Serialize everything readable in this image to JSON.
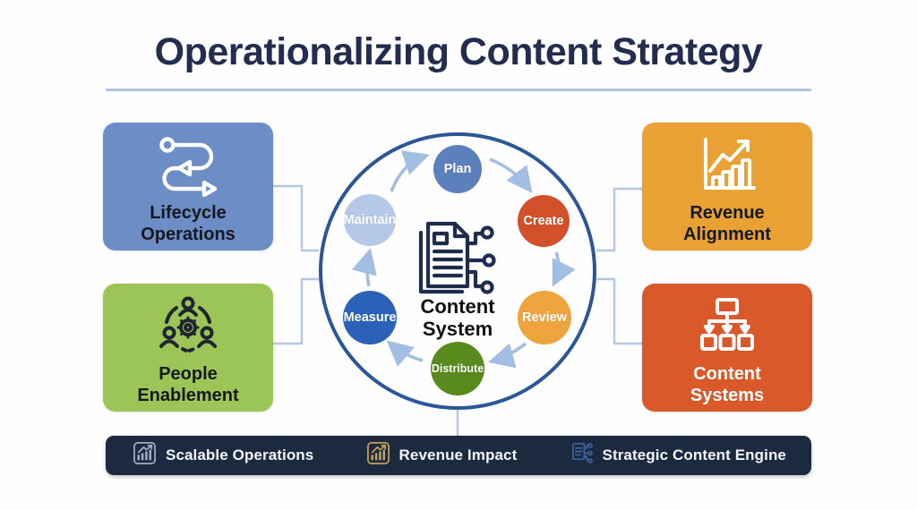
{
  "title": "Operationalizing Content Strategy",
  "palette": {
    "title_text": "#222d4f",
    "title_rule": "#aec2dc",
    "ring_border": "#2b5799",
    "arrow": "#a3bee3",
    "connector": "#b5c7e2",
    "center_icon": "#1e2d4f",
    "footer_background": "#1c2a40",
    "footer_text": "#f4f6f9"
  },
  "side_boxes": [
    {
      "id": "lifecycle",
      "label": "Lifecycle\nOperations",
      "color": "#6c8dc6",
      "text_color": "#16181c",
      "icon": "lifecycle-flow-icon",
      "icon_color": "#ffffff"
    },
    {
      "id": "people",
      "label": "People\nEnablement",
      "color": "#9cc557",
      "text_color": "#16181c",
      "icon": "people-gear-icon",
      "icon_color": "#1f2430"
    },
    {
      "id": "revenue",
      "label": "Revenue\nAlignment",
      "color": "#e9a133",
      "text_color": "#16181c",
      "icon": "growth-chart-icon",
      "icon_color": "#ffffff"
    },
    {
      "id": "systems",
      "label": "Content\nSystems",
      "color": "#d9592b",
      "text_color": "#ffffff",
      "icon": "hierarchy-icon",
      "icon_color": "#ffffff"
    }
  ],
  "cycle": {
    "center_label": "Content\nSystem",
    "center_icon": "document-network-icon",
    "nodes": [
      {
        "label": "Plan",
        "color": "#5c80bc"
      },
      {
        "label": "Create",
        "color": "#d2512b"
      },
      {
        "label": "Review",
        "color": "#efa53e"
      },
      {
        "label": "Distribute",
        "color": "#588a1d"
      },
      {
        "label": "Measure",
        "color": "#2b62b8"
      },
      {
        "label": "Maintain",
        "color": "#b5c8e8"
      }
    ]
  },
  "footer": {
    "items": [
      {
        "label": "Scalable Operations",
        "icon": "bar-chart-icon",
        "icon_color": "#9fb0c6"
      },
      {
        "label": "Revenue Impact",
        "icon": "bar-chart-icon",
        "icon_color": "#c8a055"
      },
      {
        "label": "Strategic Content Engine",
        "icon": "document-network-icon",
        "icon_color": "#3d639f"
      }
    ]
  }
}
